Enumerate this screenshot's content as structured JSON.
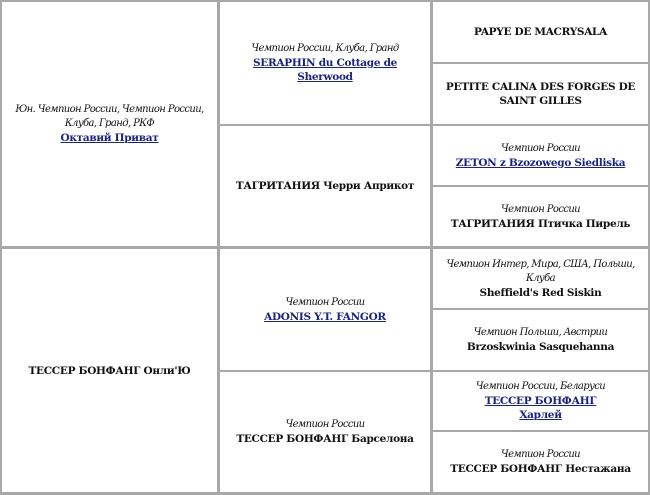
{
  "pedigree": {
    "sire": {
      "title": "Юн. Чемпион России, Чемпион России, Клуба, Гранд, РКФ",
      "name": "Октавий Приват",
      "sire": {
        "title": "Чемпион России, Клуба, Гранд",
        "name": "SERAPHIN du Cottage de Sherwood",
        "sire": {
          "name": "PAPYE DE MACRYSALA"
        },
        "dam": {
          "name": "PETITE CALINA DES FORGES DE SAINT GILLES"
        }
      },
      "dam": {
        "name": "ТАГРИТАНИЯ Черри Априкот",
        "sire": {
          "title": "Чемпион России",
          "name": "ZETON z Bzozowego Siedliska"
        },
        "dam": {
          "title": "Чемпион России",
          "name": "ТАГРИТАНИЯ Птичка Пирель"
        }
      }
    },
    "dam": {
      "name": "ТЕССЕР БОНФАНГ Онли'Ю",
      "sire": {
        "title": "Чемпион России",
        "name": "ADONIS Y.T. FANGOR",
        "sire": {
          "title": "Чемпион Интер, Мира, США, Польши, Клуба",
          "name": "Sheffield's Red Siskin"
        },
        "dam": {
          "title": "Чемпион Польши, Австрии",
          "name": "Brzoskwinia Sasquehanna"
        }
      },
      "dam": {
        "title": "Чемпион России",
        "name": "ТЕССЕР БОНФАНГ Барселона",
        "sire": {
          "title": "Чемпион России, Беларуси",
          "name_line1": "ТЕССЕР БОНФАНГ",
          "name_line2": "Харлей"
        },
        "dam": {
          "title": "Чемпион России",
          "name": "ТЕССЕР БОНФАНГ Нестажана"
        }
      }
    }
  }
}
